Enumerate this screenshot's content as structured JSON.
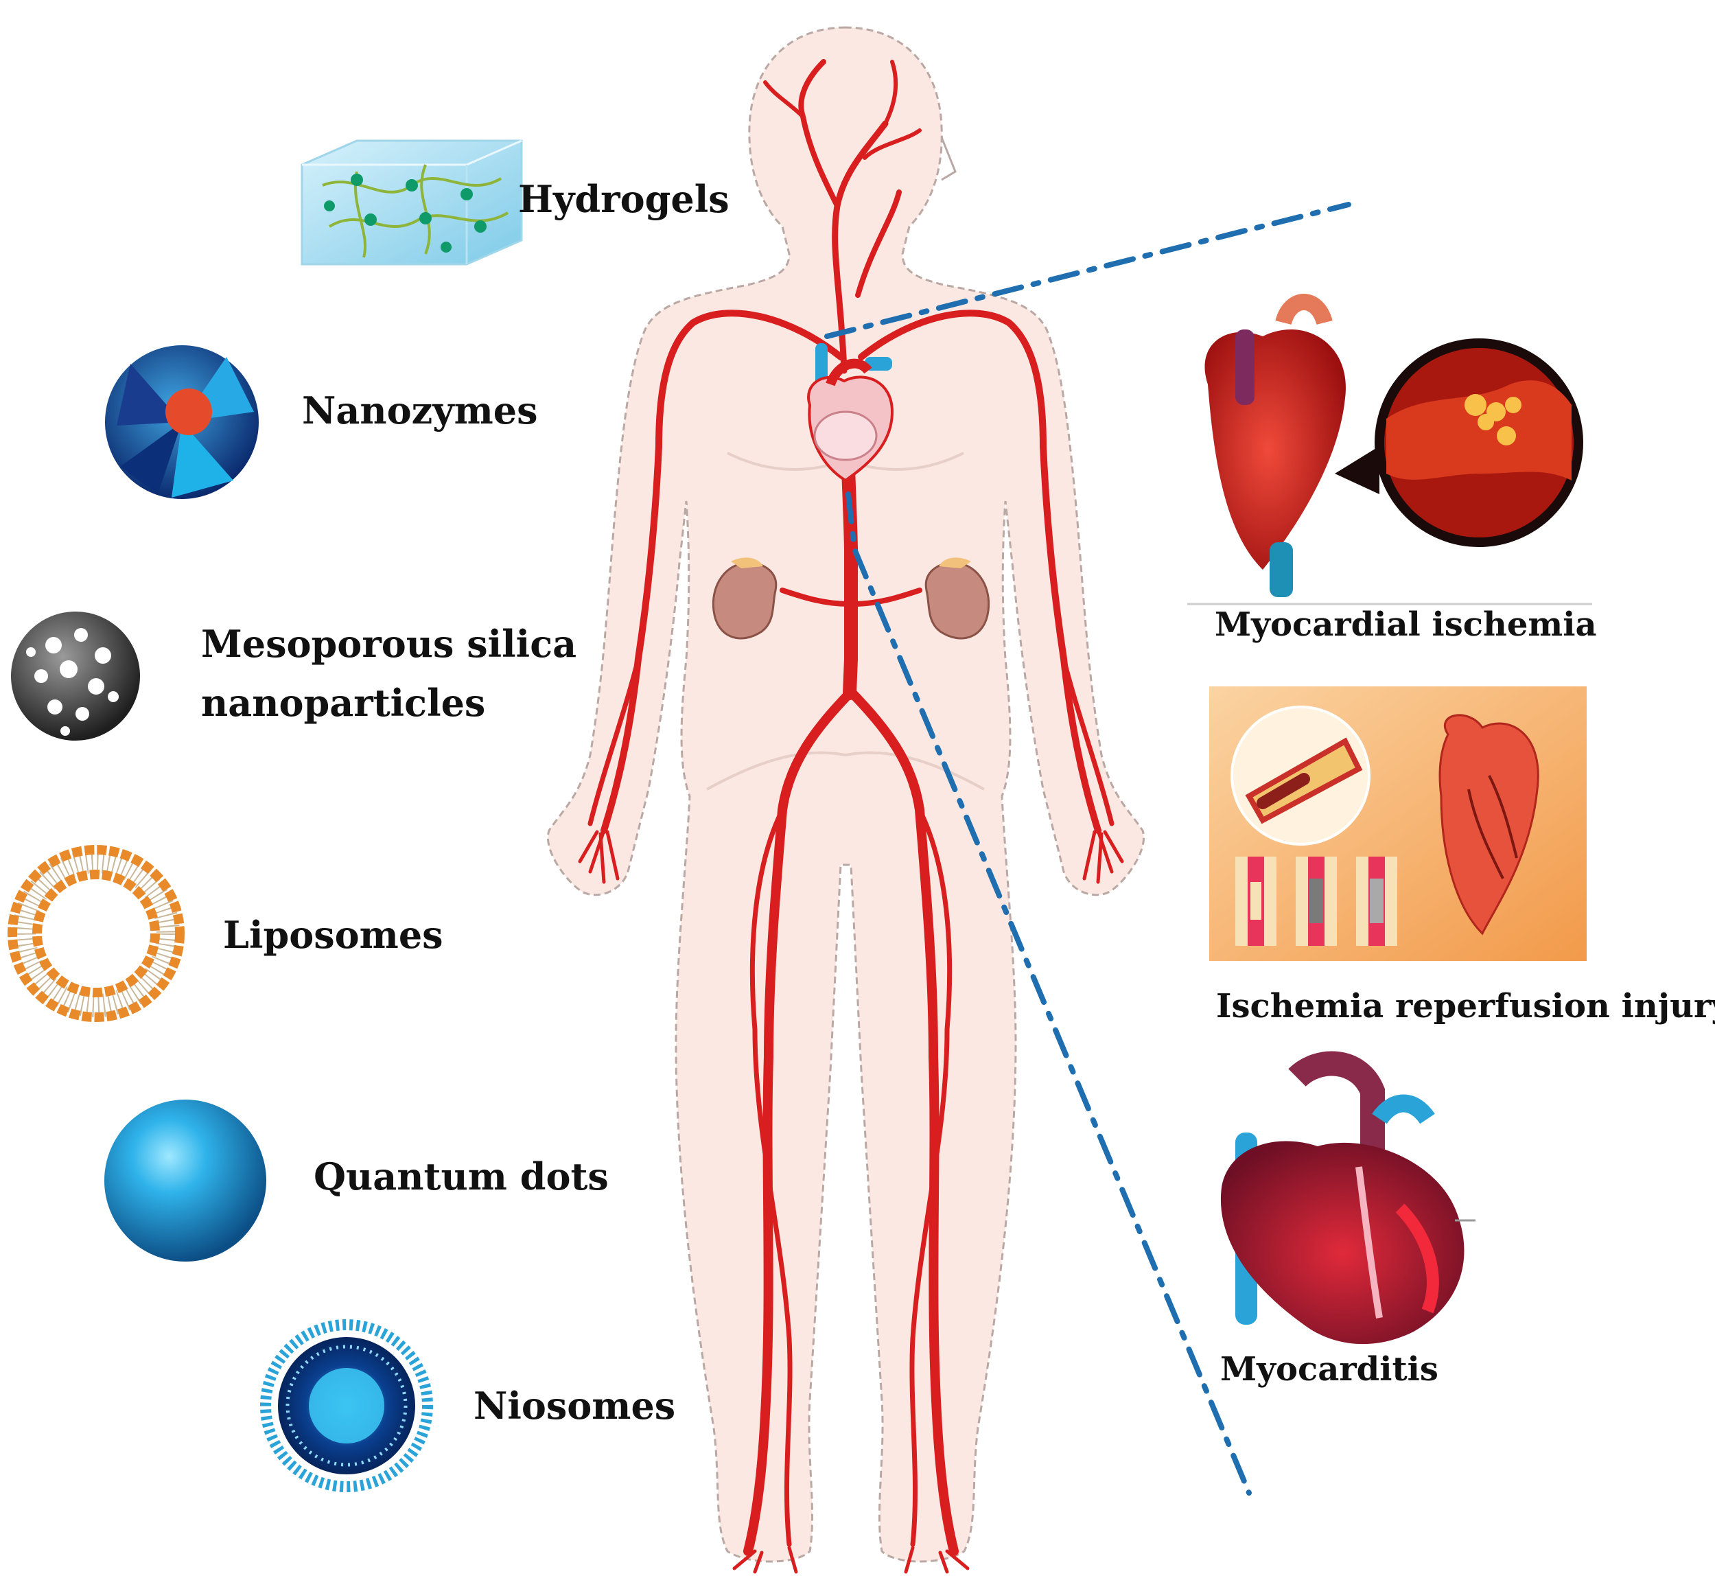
{
  "nanomaterials": [
    {
      "id": "hydrogels",
      "label": "Hydrogels",
      "icon": "hydrogel-block-icon"
    },
    {
      "id": "nanozymes",
      "label": "Nanozymes",
      "icon": "nanozyme-sphere-icon"
    },
    {
      "id": "msn",
      "label_lines": [
        "Mesoporous silica",
        "nanoparticles"
      ],
      "icon": "porous-sphere-icon"
    },
    {
      "id": "liposomes",
      "label": "Liposomes",
      "icon": "liposome-ring-icon"
    },
    {
      "id": "quantum-dots",
      "label": "Quantum dots",
      "icon": "blue-sphere-icon"
    },
    {
      "id": "niosomes",
      "label": "Niosomes",
      "icon": "niosome-sphere-icon"
    }
  ],
  "conditions": [
    {
      "id": "myocardial-ischemia",
      "label": "Myocardial ischemia",
      "icon": "ischemic-heart-icon"
    },
    {
      "id": "ischemia-reperfusion",
      "label": "Ischemia reperfusion injury",
      "icon": "stent-heart-icon"
    },
    {
      "id": "myocarditis",
      "label": "Myocarditis",
      "icon": "heart-cross-section-icon"
    }
  ],
  "colors": {
    "artery": "#d81e1e",
    "skin": "#fbe8e2",
    "skin_outline": "#b9a8a4",
    "leader_line": "#1f6fb0",
    "vein_blue": "#2aa3d8"
  }
}
